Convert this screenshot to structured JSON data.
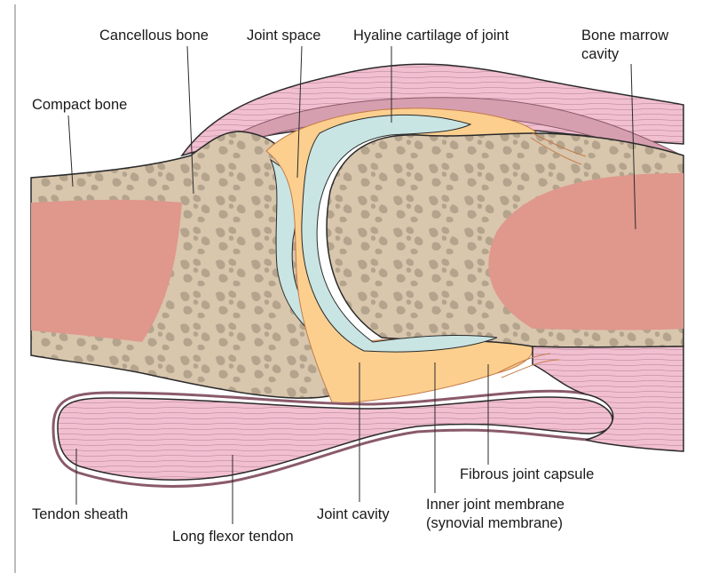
{
  "labels": {
    "cancellous_bone": "Cancellous bone",
    "joint_space": "Joint space",
    "hyaline_cartilage": "Hyaline cartilage of joint",
    "bone_marrow_line1": "Bone marrow",
    "bone_marrow_line2": "cavity",
    "compact_bone": "Compact bone",
    "fibrous_capsule": "Fibrous joint capsule",
    "tendon_sheath": "Tendon sheath",
    "joint_cavity": "Joint cavity",
    "inner_membrane_line1": "Inner joint membrane",
    "inner_membrane_line2": "(synovial membrane)",
    "long_flexor_tendon": "Long flexor tendon"
  },
  "colors": {
    "marrow": "#e0978c",
    "bone": "#d8c6ad",
    "bone_pore": "#b4a48d",
    "cartilage": "#c9e5e3",
    "synovial_fluid": "#fccf8f",
    "tendon": "#f2bfd0",
    "capsule": "#d69fb0",
    "outline": "#2a2a2a"
  }
}
